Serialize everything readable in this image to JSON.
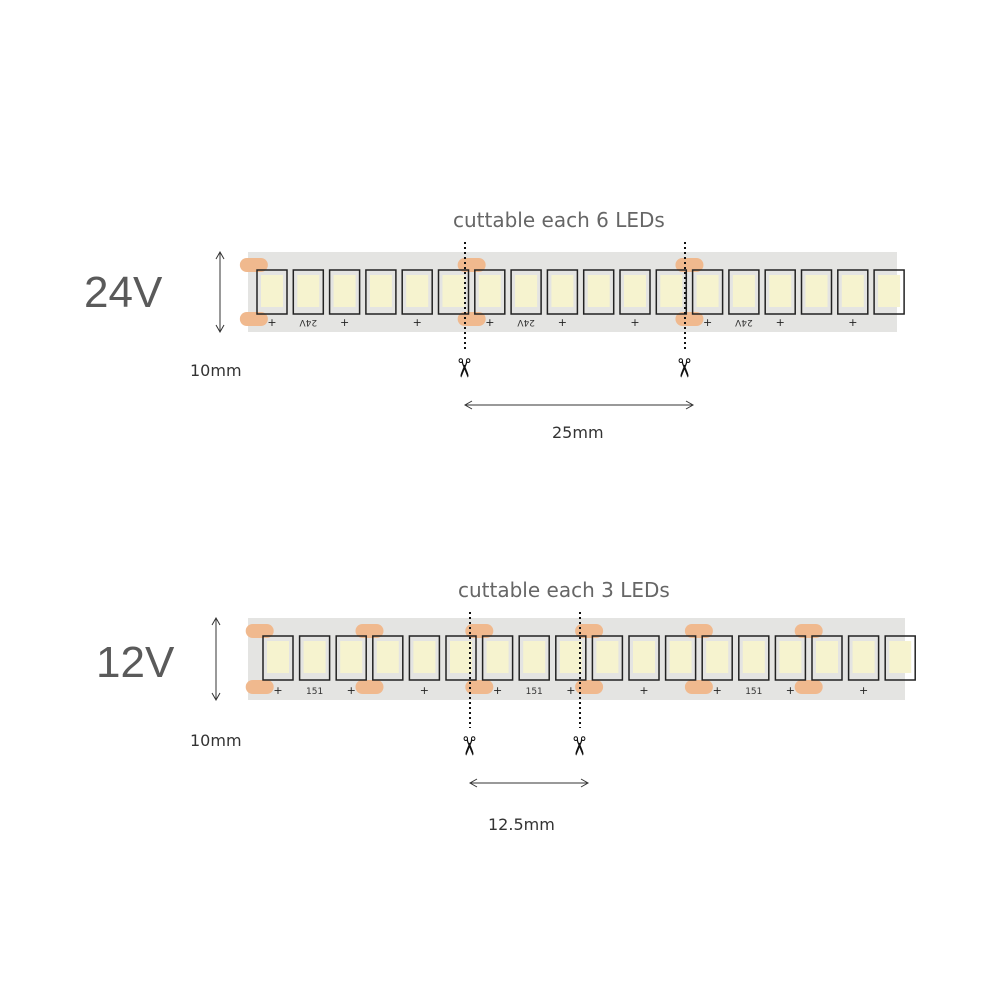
{
  "sections": [
    {
      "voltage": "24V",
      "caption": "cuttable each 6 LEDs",
      "width_label": "10mm",
      "cut_distance": "25mm",
      "led_count": 18,
      "leds_per_cut": 6,
      "strip_marking": "24V"
    },
    {
      "voltage": "12V",
      "caption": "cuttable each 3 LEDs",
      "width_label": "10mm",
      "cut_distance": "12.5mm",
      "led_count": 18,
      "leds_per_cut": 3,
      "strip_marking": "151"
    }
  ],
  "colors": {
    "pcb": "#e4e4e2",
    "led": "#f6f3cf",
    "pad": "#f0b98e",
    "line": "#222222"
  },
  "icons": [
    "scissors-icon",
    "dimension-arrow-icon"
  ]
}
